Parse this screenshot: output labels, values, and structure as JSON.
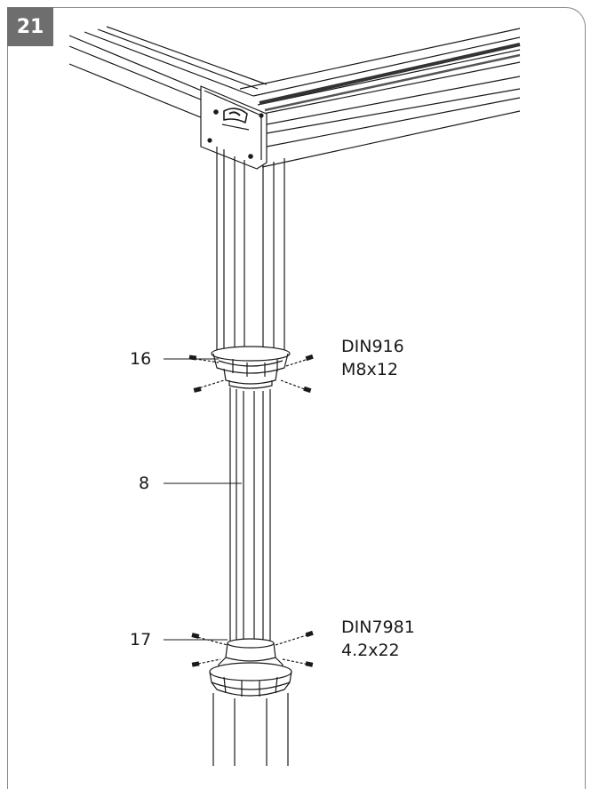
{
  "step_number": "21",
  "callouts": {
    "part_16": "16",
    "part_8": "8",
    "part_17": "17"
  },
  "fasteners": {
    "upper_spec_line1": "DIN916",
    "upper_spec_line2": "M8x12",
    "lower_spec_line1": "DIN7981",
    "lower_spec_line2": "4.2x22"
  }
}
